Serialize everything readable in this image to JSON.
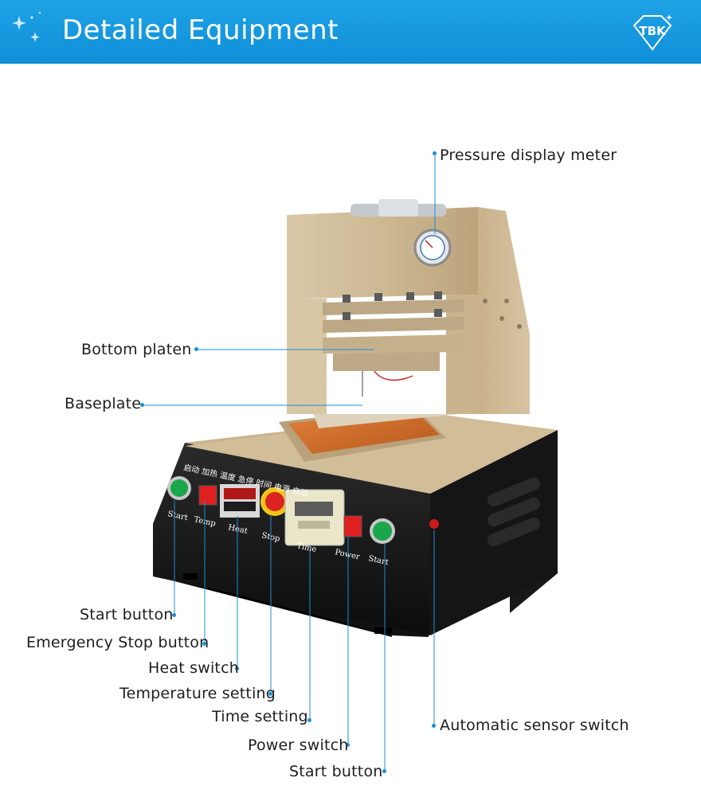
{
  "header": {
    "title": "Detailed Equipment",
    "brand": "TBK",
    "accent_color": "#1598de",
    "sparkle_icon": "sparkle-icon"
  },
  "panel_markings": {
    "start_left": "Start",
    "temp": "Temp",
    "heat": "Heat",
    "stop": "Stop",
    "time": "Time",
    "power": "Power",
    "start_right": "Start",
    "top_chinese": "启动  加热  温度  急停  时间  电源  启动"
  },
  "callouts": {
    "pressure_display_meter": "Pressure display meter",
    "bottom_platen": "Bottom platen",
    "baseplate": "Baseplate",
    "start_button_left": "Start button",
    "emergency_stop_button": "Emergency Stop button",
    "heat_switch": "Heat switch",
    "temperature_setting": "Temperature setting",
    "time_setting": "Time setting",
    "power_switch": "Power switch",
    "start_button_right": "Start button",
    "automatic_sensor_switch": "Automatic sensor switch"
  }
}
